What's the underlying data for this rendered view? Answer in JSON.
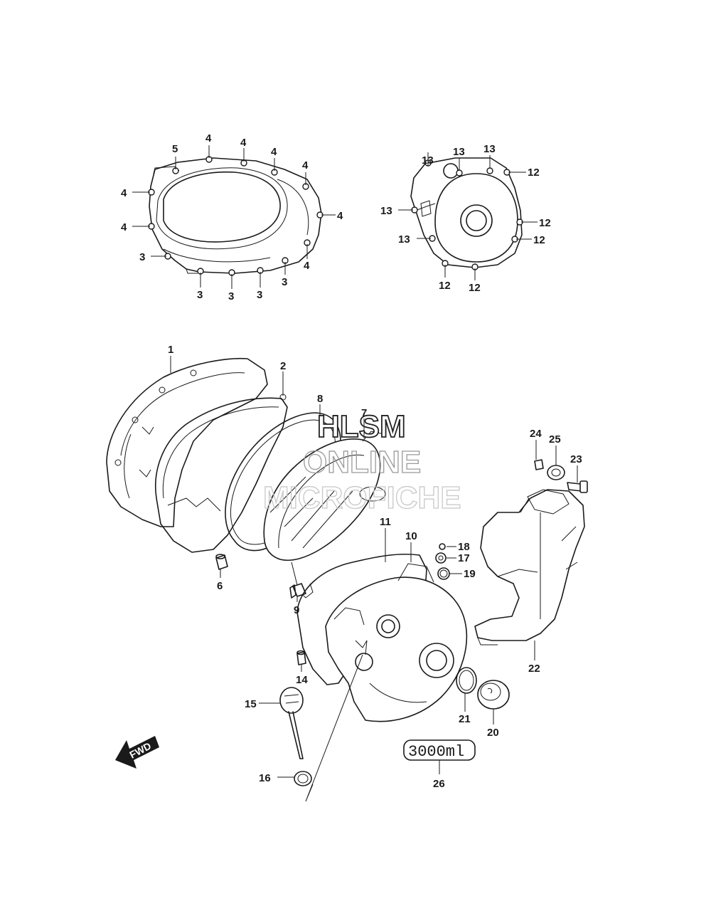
{
  "watermark": {
    "line1": "HLSM",
    "line2": "ONLINE",
    "line3": "MICROFICHE"
  },
  "fwd_label": "FWD",
  "capacity_label": "3000ml",
  "callouts": {
    "c1": "1",
    "c2": "2",
    "c3": "3",
    "c4": "4",
    "c5": "5",
    "c6": "6",
    "c7": "7",
    "c8": "8",
    "c9": "9",
    "c10": "10",
    "c11": "11",
    "c12": "12",
    "c13": "13",
    "c14": "14",
    "c15": "15",
    "c16": "16",
    "c17": "17",
    "c18": "18",
    "c19": "19",
    "c20": "20",
    "c21": "21",
    "c22": "22",
    "c23": "23",
    "c24": "24",
    "c25": "25",
    "c26": "26"
  }
}
